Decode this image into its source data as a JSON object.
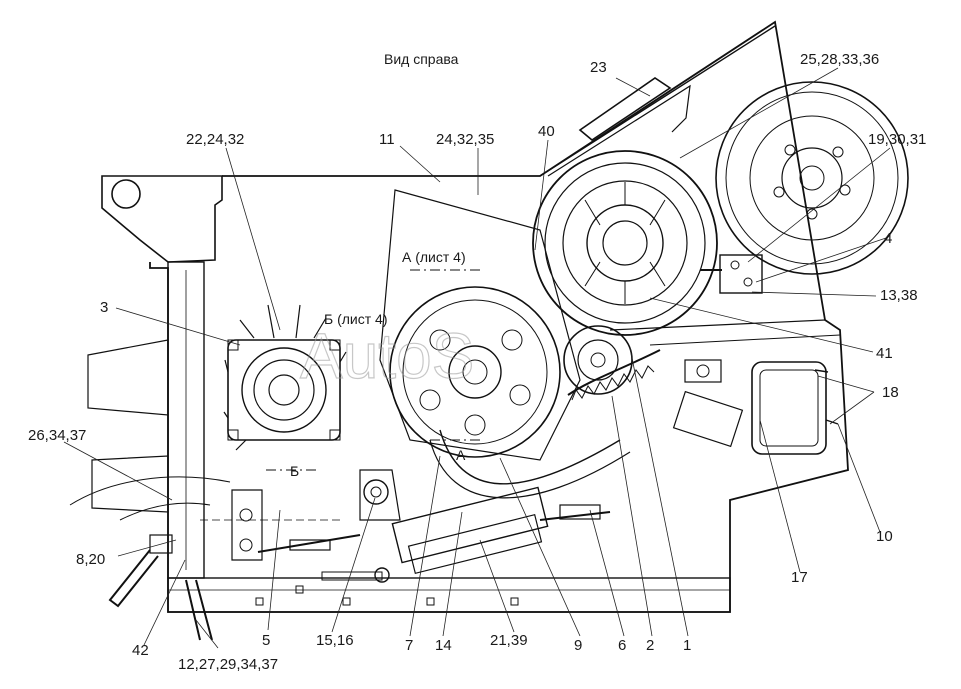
{
  "view_title": "Вид справа",
  "watermark": "AutoS",
  "section_labels": [
    {
      "id": "a-top",
      "text": "А (лист 4)"
    },
    {
      "id": "b-top",
      "text": "Б (лист 4)"
    },
    {
      "id": "a-bottom",
      "text": "А"
    },
    {
      "id": "b-bottom",
      "text": "Б"
    }
  ],
  "callouts": [
    {
      "id": "c23",
      "text": "23"
    },
    {
      "id": "c25",
      "text": "25,28,33,36"
    },
    {
      "id": "c2232",
      "text": "22,24,32"
    },
    {
      "id": "c11",
      "text": "11"
    },
    {
      "id": "c243235",
      "text": "24,32,35"
    },
    {
      "id": "c40",
      "text": "40"
    },
    {
      "id": "c19",
      "text": "19,30,31"
    },
    {
      "id": "c4",
      "text": "4"
    },
    {
      "id": "c1338",
      "text": "13,38"
    },
    {
      "id": "c3",
      "text": "3"
    },
    {
      "id": "c41",
      "text": "41"
    },
    {
      "id": "c18",
      "text": "18"
    },
    {
      "id": "c263437",
      "text": "26,34,37"
    },
    {
      "id": "c10",
      "text": "10"
    },
    {
      "id": "c820",
      "text": "8,20"
    },
    {
      "id": "c17",
      "text": "17"
    },
    {
      "id": "c42",
      "text": "42"
    },
    {
      "id": "c5",
      "text": "5"
    },
    {
      "id": "c1516",
      "text": "15,16"
    },
    {
      "id": "c7",
      "text": "7"
    },
    {
      "id": "c14",
      "text": "14"
    },
    {
      "id": "c2139",
      "text": "21,39"
    },
    {
      "id": "c9",
      "text": "9"
    },
    {
      "id": "c6",
      "text": "6"
    },
    {
      "id": "c2",
      "text": "2"
    },
    {
      "id": "c1",
      "text": "1"
    },
    {
      "id": "c12",
      "text": "12,27,29,34,37"
    }
  ]
}
